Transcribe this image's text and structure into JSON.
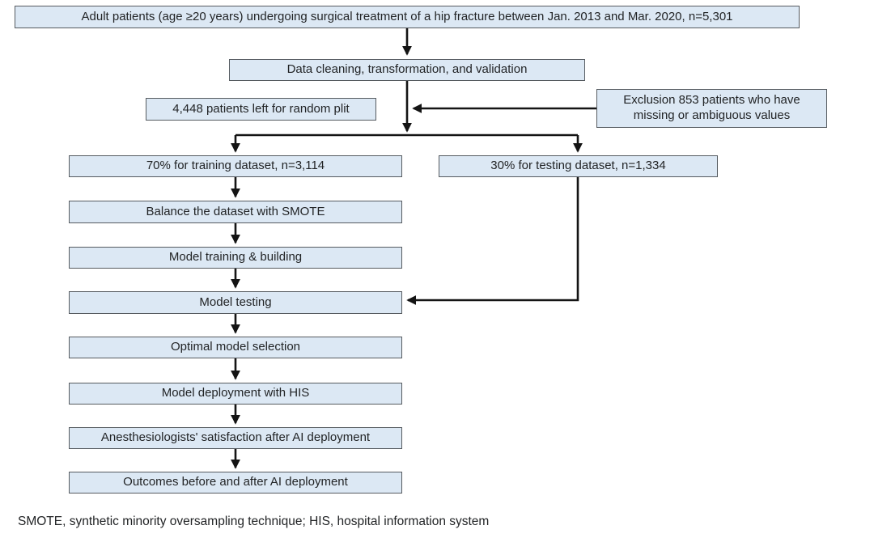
{
  "diagram": {
    "nodes": {
      "population": {
        "label": "Adult patients (age ≥20 years) undergoing surgical treatment of a hip fracture between Jan. 2013 and Mar. 2020, n=5,301"
      },
      "cleaning": {
        "label": "Data cleaning, transformation, and validation"
      },
      "random_split": {
        "label": "4,448 patients left for random plit"
      },
      "exclusion": {
        "label": "Exclusion 853 patients who have missing or ambiguous values"
      },
      "training": {
        "label": "70% for training dataset, n=3,114"
      },
      "testing": {
        "label": "30% for testing dataset, n=1,334"
      },
      "smote": {
        "label": "Balance the dataset with SMOTE"
      },
      "model_training": {
        "label": "Model training & building"
      },
      "model_testing": {
        "label": "Model testing"
      },
      "optimal_selection": {
        "label": "Optimal model selection"
      },
      "deployment": {
        "label": "Model deployment with HIS"
      },
      "satisfaction": {
        "label": "Anesthesiologists' satisfaction after AI deployment"
      },
      "outcomes": {
        "label": "Outcomes before and after AI deployment"
      }
    },
    "footnote": "SMOTE, synthetic minority oversampling technique; HIS, hospital information system",
    "colors": {
      "box_fill": "#dce8f4",
      "box_border": "#565b60",
      "arrow": "#141414",
      "text": "#222426",
      "background": "#ffffff"
    }
  }
}
